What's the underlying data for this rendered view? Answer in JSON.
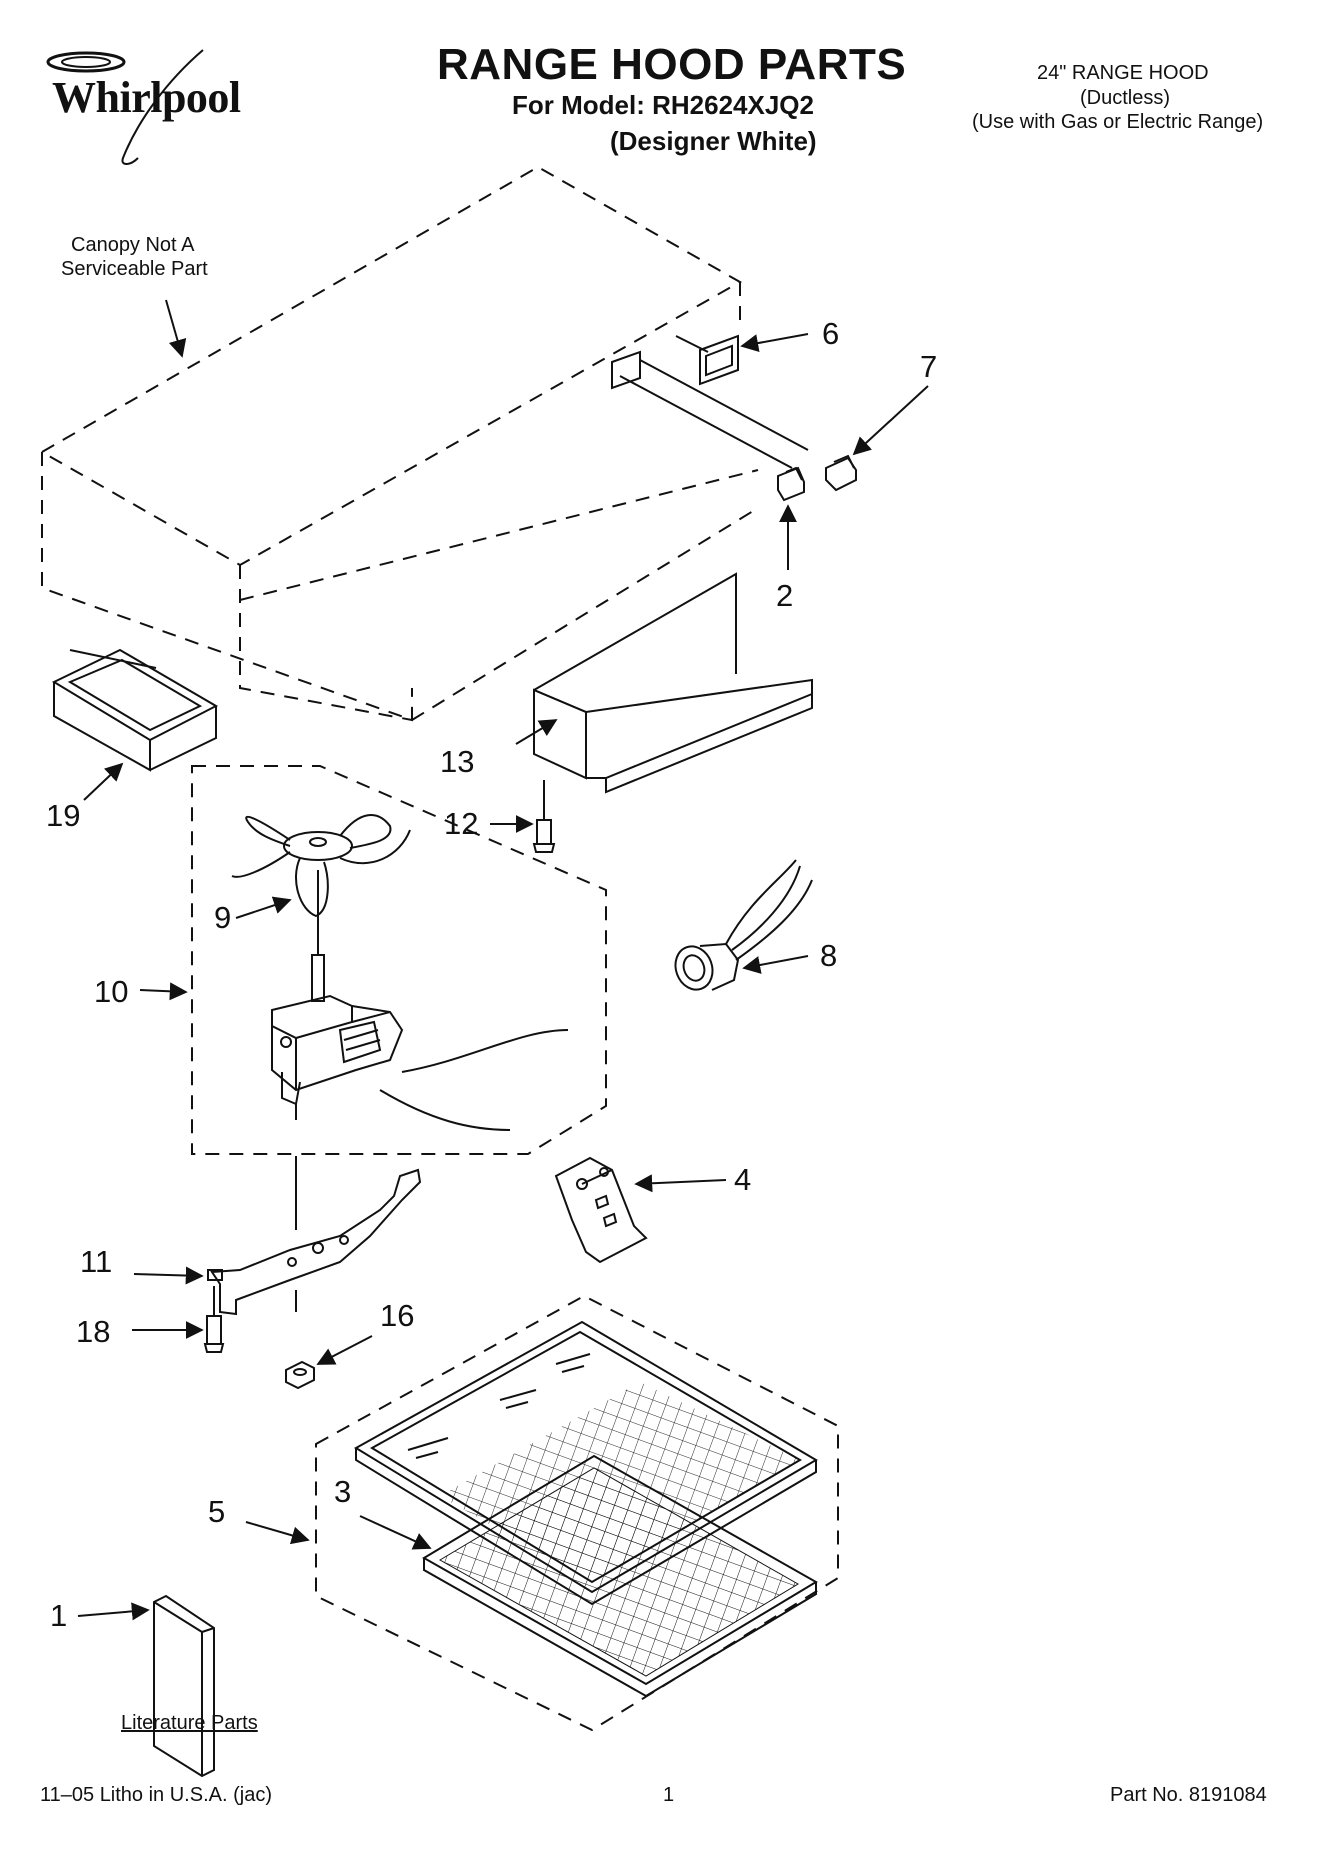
{
  "logo": {
    "brand": "Whirlpool"
  },
  "header": {
    "title": "RANGE HOOD PARTS",
    "model": "For Model: RH2624XJQ2",
    "variant": "(Designer White)"
  },
  "product": {
    "line1": "24\" RANGE HOOD",
    "line2": "(Ductless)",
    "line3": "(Use with Gas or Electric Range)"
  },
  "canopy_note": {
    "line1": "Canopy Not A",
    "line2": "Serviceable Part"
  },
  "callouts": {
    "c1": "1",
    "c2": "2",
    "c3": "3",
    "c4": "4",
    "c5": "5",
    "c6": "6",
    "c7": "7",
    "c8": "8",
    "c9": "9",
    "c10": "10",
    "c11": "11",
    "c12": "12",
    "c13": "13",
    "c16": "16",
    "c18": "18",
    "c19": "19"
  },
  "literature_label": "Literature Parts",
  "footer": {
    "left": "11–05 Litho in U.S.A. (jac)",
    "page": "1",
    "part_no": "Part No. 8191084"
  }
}
